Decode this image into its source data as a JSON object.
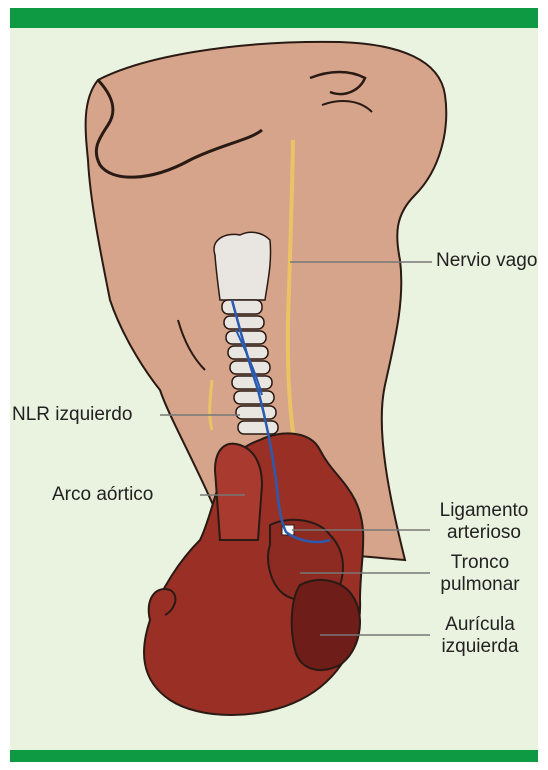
{
  "labels": {
    "nervio_vago": "Nervio vago",
    "nlr_izquierdo": "NLR izquierdo",
    "arco_aortico": "Arco aórtico",
    "ligamento_1": "Ligamento",
    "ligamento_2": "arterioso",
    "tronco_1": "Tronco",
    "tronco_2": "pulmonar",
    "auricula_1": "Aurícula",
    "auricula_2": "izquierda"
  },
  "colors": {
    "frame_bar": "#0e9a43",
    "background": "#eaf2e0",
    "skin": "#d5a48a",
    "heart": "#9a2f26",
    "heart_dark": "#6e1d18",
    "nerve_vagus": "#ecc266",
    "nerve_nlr": "#2a5bb0",
    "trachea": "#e9e6e1"
  }
}
